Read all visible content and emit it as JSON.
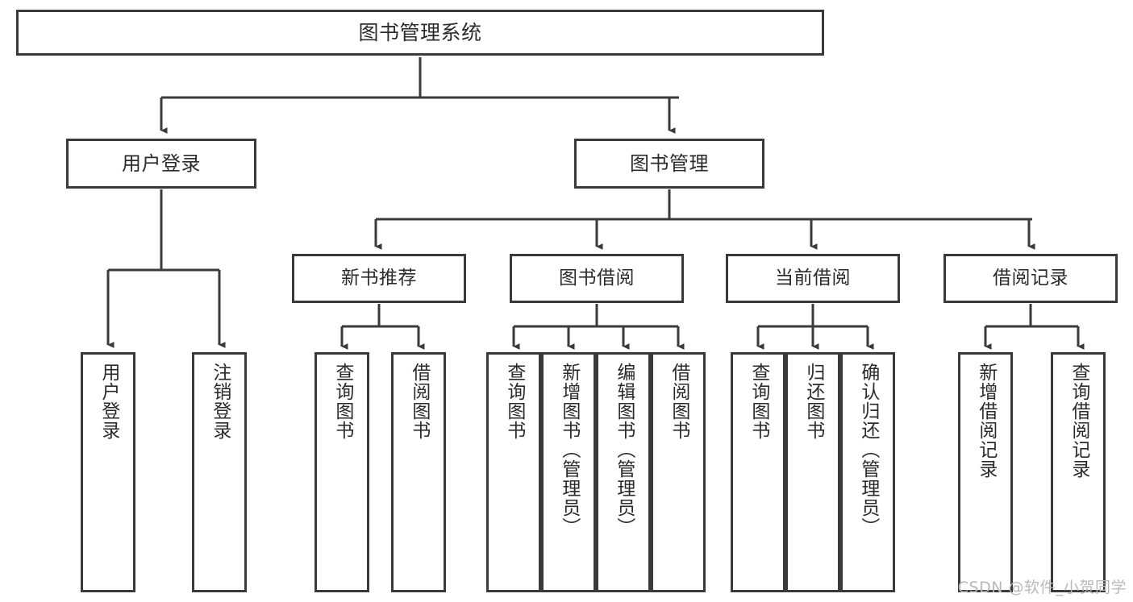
{
  "diagram": {
    "type": "tree-hierarchy-chart",
    "title": "图书管理系统",
    "stroke_color": "#3a3a3a",
    "text_color": "#2b2b2b",
    "background_color": "#ffffff",
    "root": {
      "label": "图书管理系统"
    },
    "level2": [
      {
        "id": "user-login",
        "label": "用户登录"
      },
      {
        "id": "book-management",
        "label": "图书管理"
      }
    ],
    "level3": [
      {
        "id": "new-book-recommend",
        "label": "新书推荐"
      },
      {
        "id": "book-borrow",
        "label": "图书借阅"
      },
      {
        "id": "current-borrow",
        "label": "当前借阅"
      },
      {
        "id": "borrow-record",
        "label": "借阅记录"
      }
    ],
    "leaves": {
      "user_login": [
        {
          "id": "leaf-user-login",
          "label": "用户登录"
        },
        {
          "id": "leaf-logout-login",
          "label": "注销登录"
        }
      ],
      "new_book_recommend": [
        {
          "id": "leaf-query-book-1",
          "label": "查询图书"
        },
        {
          "id": "leaf-borrow-book-1",
          "label": "借阅图书"
        }
      ],
      "book_borrow": [
        {
          "id": "leaf-query-book-2",
          "label": "查询图书"
        },
        {
          "id": "leaf-add-book",
          "label": "新增图书（管理员）"
        },
        {
          "id": "leaf-edit-book",
          "label": "编辑图书（管理员）"
        },
        {
          "id": "leaf-borrow-book-2",
          "label": "借阅图书"
        }
      ],
      "current_borrow": [
        {
          "id": "leaf-query-book-3",
          "label": "查询图书"
        },
        {
          "id": "leaf-return-book",
          "label": "归还图书"
        },
        {
          "id": "leaf-confirm-return",
          "label": "确认归还（管理员）"
        }
      ],
      "borrow_record": [
        {
          "id": "leaf-add-record",
          "label": "新增借阅记录"
        },
        {
          "id": "leaf-query-record",
          "label": "查询借阅记录"
        }
      ]
    }
  },
  "watermark": {
    "text": "CSDN @软件_小贺同学"
  }
}
